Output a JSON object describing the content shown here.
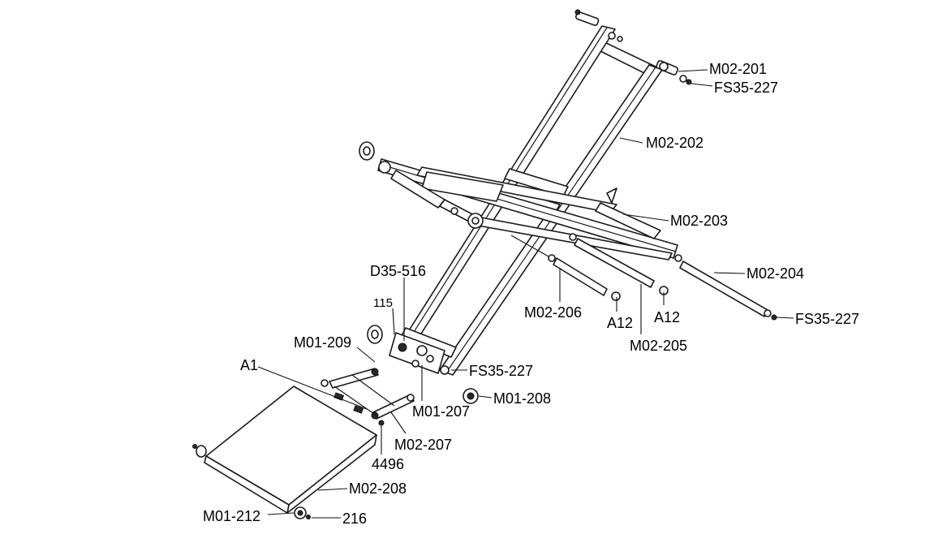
{
  "labels": {
    "m02_201": "M02-201",
    "fs35_227_top": "FS35-227",
    "m02_202": "M02-202",
    "m02_203": "M02-203",
    "m02_204": "M02-204",
    "fs35_227_right": "FS35-227",
    "m02_206": "M02-206",
    "a12_left": "A12",
    "a12_right": "A12",
    "m02_205": "M02-205",
    "d35_516": "D35-516",
    "n115": "115",
    "m01_209": "M01-209",
    "a1": "A1",
    "fs35_227_mid": "FS35-227",
    "m01_208": "M01-208",
    "m01_207": "M01-207",
    "m02_207": "M02-207",
    "n4496": "4496",
    "m02_208": "M02-208",
    "m01_212": "M01-212",
    "n216": "216"
  }
}
